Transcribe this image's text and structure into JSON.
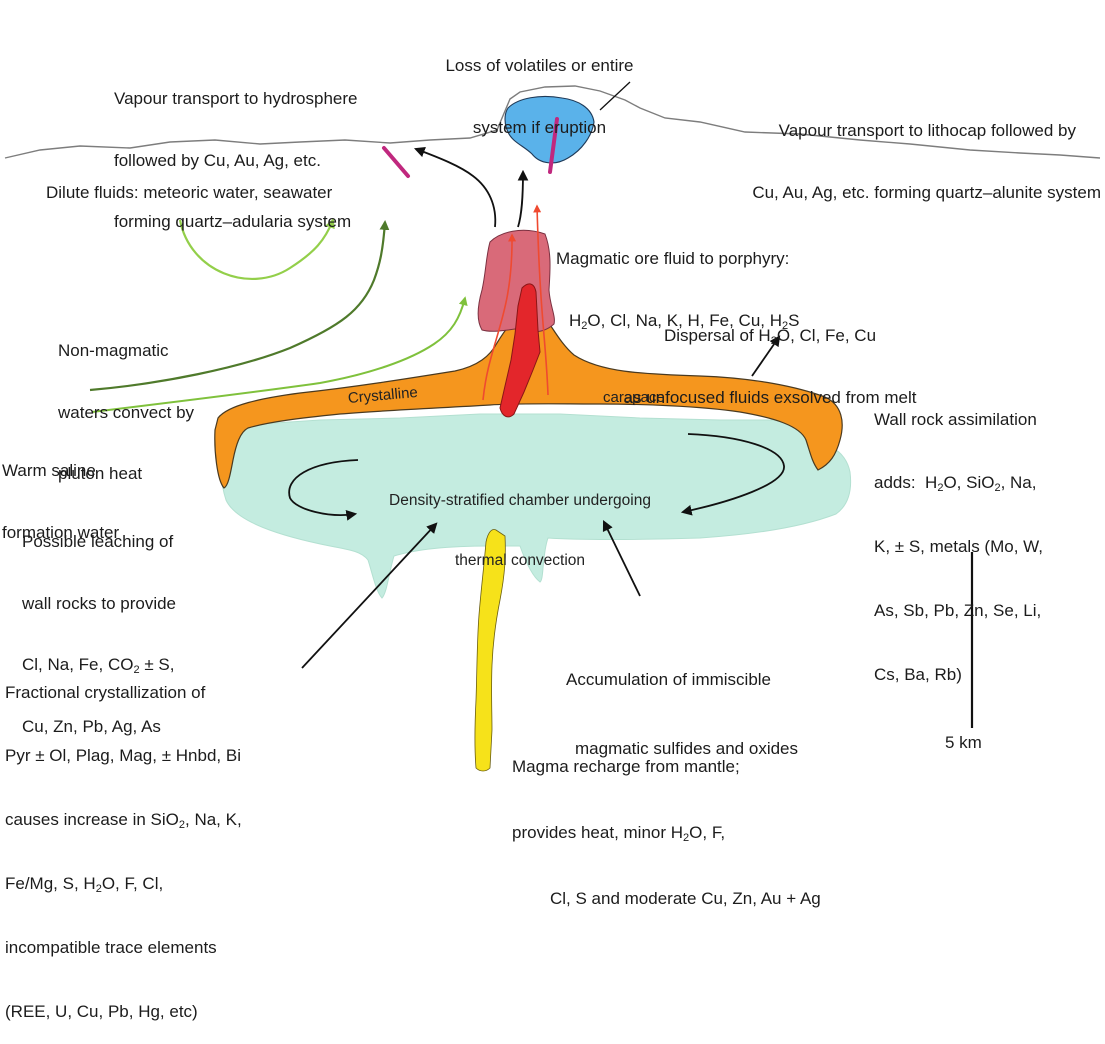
{
  "labels": {
    "loss_volatiles": [
      "Loss of volatiles or entire",
      "system if eruption"
    ],
    "vapour_hydrosphere": [
      "Vapour transport to hydrosphere",
      "followed by Cu, Au, Ag, etc.",
      "forming quartz–adularia system"
    ],
    "vapour_lithocap": [
      "Vapour transport to lithocap followed by",
      "Cu, Au, Ag, etc. forming quartz–alunite system"
    ],
    "dilute_fluids": "Dilute fluids: meteoric water, seawater",
    "magmatic_ore_fluid": {
      "line1": "Magmatic ore fluid to porphyry:",
      "line2_before_sub": "H",
      "line2_sub1": "2",
      "line2_mid": "O, Cl, Na, K, H, Fe, Cu, H",
      "line2_sub2": "2",
      "line2_end": "S"
    },
    "dispersal": {
      "line1_a": "Dispersal of H",
      "line1_sub": "2",
      "line1_b": "O, Cl, Fe, Cu",
      "line2": "as unfocused fluids exsolved from melt"
    },
    "non_magmatic": [
      "Non-magmatic",
      "waters convect by",
      "pluton heat"
    ],
    "warm_saline": [
      "Warm saline",
      "formation water"
    ],
    "wall_rock": {
      "line1": "Wall rock assimilation",
      "line2_a": "adds:  H",
      "line2_sub1": "2",
      "line2_b": "O, SiO",
      "line2_sub2": "2",
      "line2_c": ", Na,",
      "line3": "K, ± S, metals (Mo, W,",
      "line4": "As, Sb, Pb, Zn, Se, Li,",
      "line5": "Cs, Ba, Rb)"
    },
    "crystalline": "Crystalline",
    "carapace": "carapace",
    "chamber": [
      "Density-stratified chamber undergoing",
      "thermal convection"
    ],
    "leaching": {
      "line1": "Possible leaching of",
      "line2": "wall rocks to provide",
      "line3_a": "Cl, Na, Fe, CO",
      "line3_sub": "2",
      "line3_b": " ± S,",
      "line4": "Cu, Zn, Pb, Ag, As"
    },
    "accumulation": [
      "Accumulation of immiscible",
      "magmatic sulfides and oxides"
    ],
    "fractional": {
      "line1": "Fractional crystallization of",
      "line2": "Pyr ± Ol, Plag, Mag, ± Hnbd, Bi",
      "line3_a": "causes increase in SiO",
      "line3_sub": "2",
      "line3_b": ", Na, K,",
      "line4_a": "Fe/Mg, S, H",
      "line4_sub": "2",
      "line4_b": "O, F, Cl,",
      "line5": "incompatible trace elements",
      "line6": "(REE, U, Cu, Pb, Hg, etc)"
    },
    "recharge": {
      "line1": "Magma recharge from mantle;",
      "line2_a": "provides heat, minor H",
      "line2_sub": "2",
      "line2_b": "O, F,",
      "line3": "Cl, S and moderate Cu, Zn, Au + Ag"
    },
    "scale": "5 km"
  },
  "colors": {
    "chamber": "#c4ece0",
    "carapace": "#f5961e",
    "porphyry_stock": "#d96a79",
    "dike": "#e3262b",
    "feeder": "#f6e21a",
    "lithocap": "#5ab2ea",
    "vein_marker": "#c0287e",
    "green_light": "#93cf4a",
    "green_dark": "#4f7a2b",
    "red_arrow": "#ef4a30"
  }
}
